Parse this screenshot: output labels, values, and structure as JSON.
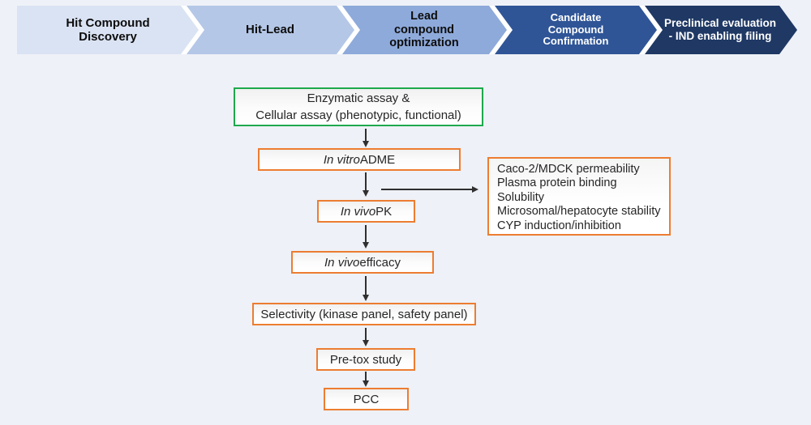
{
  "colors": {
    "page_background": "#eef1f7",
    "chevron_separator": "#ffffff",
    "green_box_border": "#1ea84d",
    "orange_box_border": "#ed7d31",
    "arrow_color": "#2f2f2f"
  },
  "banner": {
    "stages": [
      {
        "label": "Hit Compound\nDiscovery",
        "color": "#dae3f3"
      },
      {
        "label": "Hit-Lead",
        "color": "#b4c7e7"
      },
      {
        "label": "Lead\ncompound\noptimization",
        "color": "#8eaadb"
      },
      {
        "label": "Candidate\nCompound\nConfirmation",
        "color": "#2f5597"
      },
      {
        "label": "Preclinical evaluation\n- IND enabling filing",
        "color": "#1f3864"
      }
    ]
  },
  "flowchart": {
    "assay_box_label": "Enzymatic assay &\nCellular assay (phenotypic, functional)",
    "invitro_adme": {
      "italic": "In vitro",
      "rest": " ADME"
    },
    "invivo_pk": {
      "italic": "In vivo",
      "rest": " PK"
    },
    "invivo_efficacy": {
      "italic": "In vivo",
      "rest": " efficacy"
    },
    "selectivity_label": "Selectivity (kinase panel, safety panel)",
    "pretox_label": "Pre-tox study",
    "pcc_label": "PCC"
  },
  "adme_detail_box": {
    "items": [
      "Caco-2/MDCK permeability",
      "Plasma protein binding",
      "Solubility",
      "Microsomal/hepatocyte stability",
      "CYP induction/inhibition"
    ]
  }
}
